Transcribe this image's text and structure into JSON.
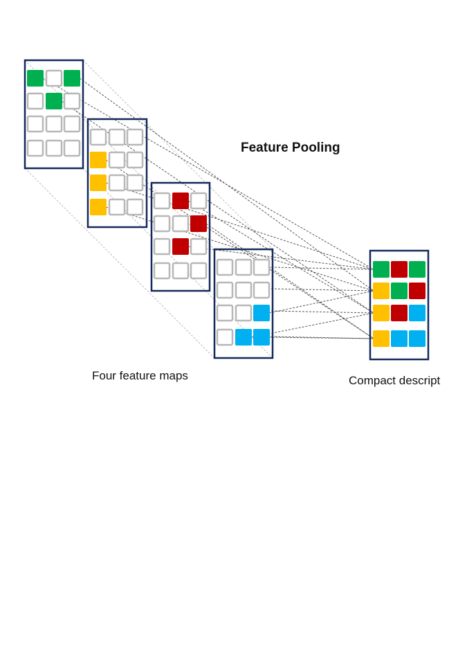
{
  "diagram": {
    "title": "Feature Pooling",
    "feature_maps_label": "Four feature maps",
    "descriptor_label": "Compact descript"
  },
  "colors": {
    "frame": "#14285a",
    "empty": "#b7b7b7",
    "green": "#00b050",
    "red": "#c00000",
    "yellow": "#ffc000",
    "blue": "#00b0f0",
    "line": "#555555",
    "guide": "#bdbdbd"
  },
  "feature_maps": [
    {
      "grid": [
        [
          "green",
          "empty",
          "green"
        ],
        [
          "empty",
          "green",
          "empty"
        ],
        [
          "empty",
          "empty",
          "empty"
        ],
        [
          "empty",
          "empty",
          "empty"
        ]
      ]
    },
    {
      "grid": [
        [
          "empty",
          "empty",
          "empty"
        ],
        [
          "yellow",
          "empty",
          "empty"
        ],
        [
          "yellow",
          "empty",
          "empty"
        ],
        [
          "yellow",
          "empty",
          "empty"
        ]
      ]
    },
    {
      "grid": [
        [
          "empty",
          "red",
          "empty"
        ],
        [
          "empty",
          "empty",
          "red"
        ],
        [
          "empty",
          "red",
          "empty"
        ],
        [
          "empty",
          "empty",
          "empty"
        ]
      ]
    },
    {
      "grid": [
        [
          "empty",
          "empty",
          "empty"
        ],
        [
          "empty",
          "empty",
          "empty"
        ],
        [
          "empty",
          "empty",
          "blue"
        ],
        [
          "empty",
          "blue",
          "blue"
        ]
      ]
    }
  ],
  "descriptor": {
    "grid": [
      [
        "green",
        "red",
        "green"
      ],
      [
        "yellow",
        "green",
        "red"
      ],
      [
        "yellow",
        "red",
        "blue"
      ],
      [
        "yellow",
        "blue",
        "blue"
      ]
    ]
  }
}
